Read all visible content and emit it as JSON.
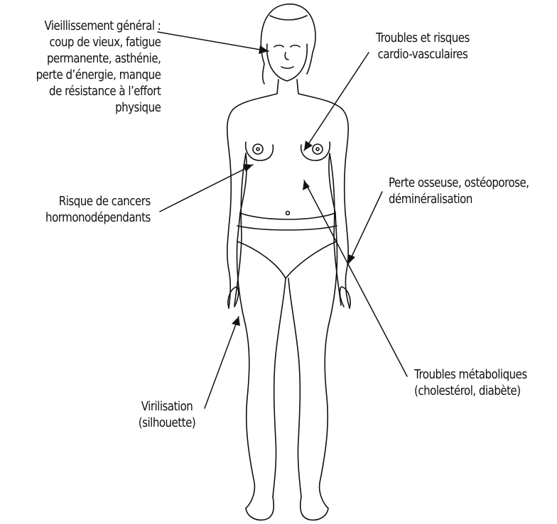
{
  "diagram": {
    "labels": {
      "vieillissement": [
        "Vieillissement général :",
        "coup de vieux, fatigue",
        "permanente, asthénie,",
        "perte d’énergie, manque",
        "de résistance à l’effort",
        "physique"
      ],
      "cardio": [
        "Troubles et risques",
        "cardio-vasculaires"
      ],
      "cancers": [
        "Risque de cancers",
        "hormonodépendants"
      ],
      "osseuse": [
        "Perte osseuse, ostéoporose,",
        "déminéralisation"
      ],
      "metaboliques": [
        "Troubles métaboliques",
        "(cholestérol, diabète)"
      ],
      "virilisation": [
        "Virilisation",
        "(silhouette)"
      ]
    }
  }
}
